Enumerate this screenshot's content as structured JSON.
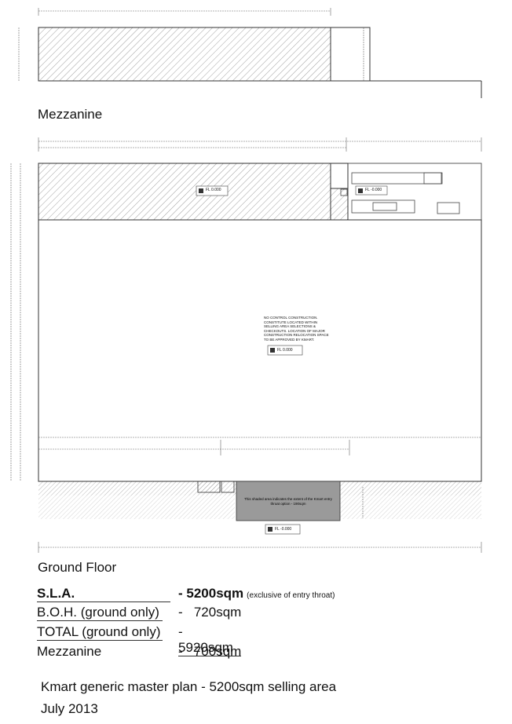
{
  "mezzanine": {
    "title": "Mezzanine"
  },
  "ground_floor": {
    "title": "Ground Floor",
    "central_note": "NO CONTROL CONSTRUCTION. CONSTITUTE LOCATED WITHIN SELLING AREA SELECTIONS & CHECKOUTS. LOCATION OF MAJOR CONSTRUCTION RELOCATION SPACE TO BE APPROVED BY KMART.",
    "entry_throat_note": "This shaded area indicates the extent of the Kmart entry throat option - 190sqm",
    "level_tags": [
      "FL 0.000",
      "FL -0.000",
      "FL 0.000",
      "FL -0.000"
    ]
  },
  "areas": [
    {
      "label": "S.L.A.",
      "value": "- 5200sqm",
      "note": "(exclusive of entry throat)"
    },
    {
      "label": "B.O.H. (ground only)",
      "value": "-   720sqm",
      "note": ""
    },
    {
      "label": "TOTAL (ground only)",
      "value": "- 5920sqm",
      "note": ""
    },
    {
      "label": "Mezzanine",
      "value": "-   700sqm",
      "note": ""
    }
  ],
  "footer": {
    "plan_title": "Kmart generic master plan - 5200sqm selling area",
    "date": "July 2013"
  }
}
